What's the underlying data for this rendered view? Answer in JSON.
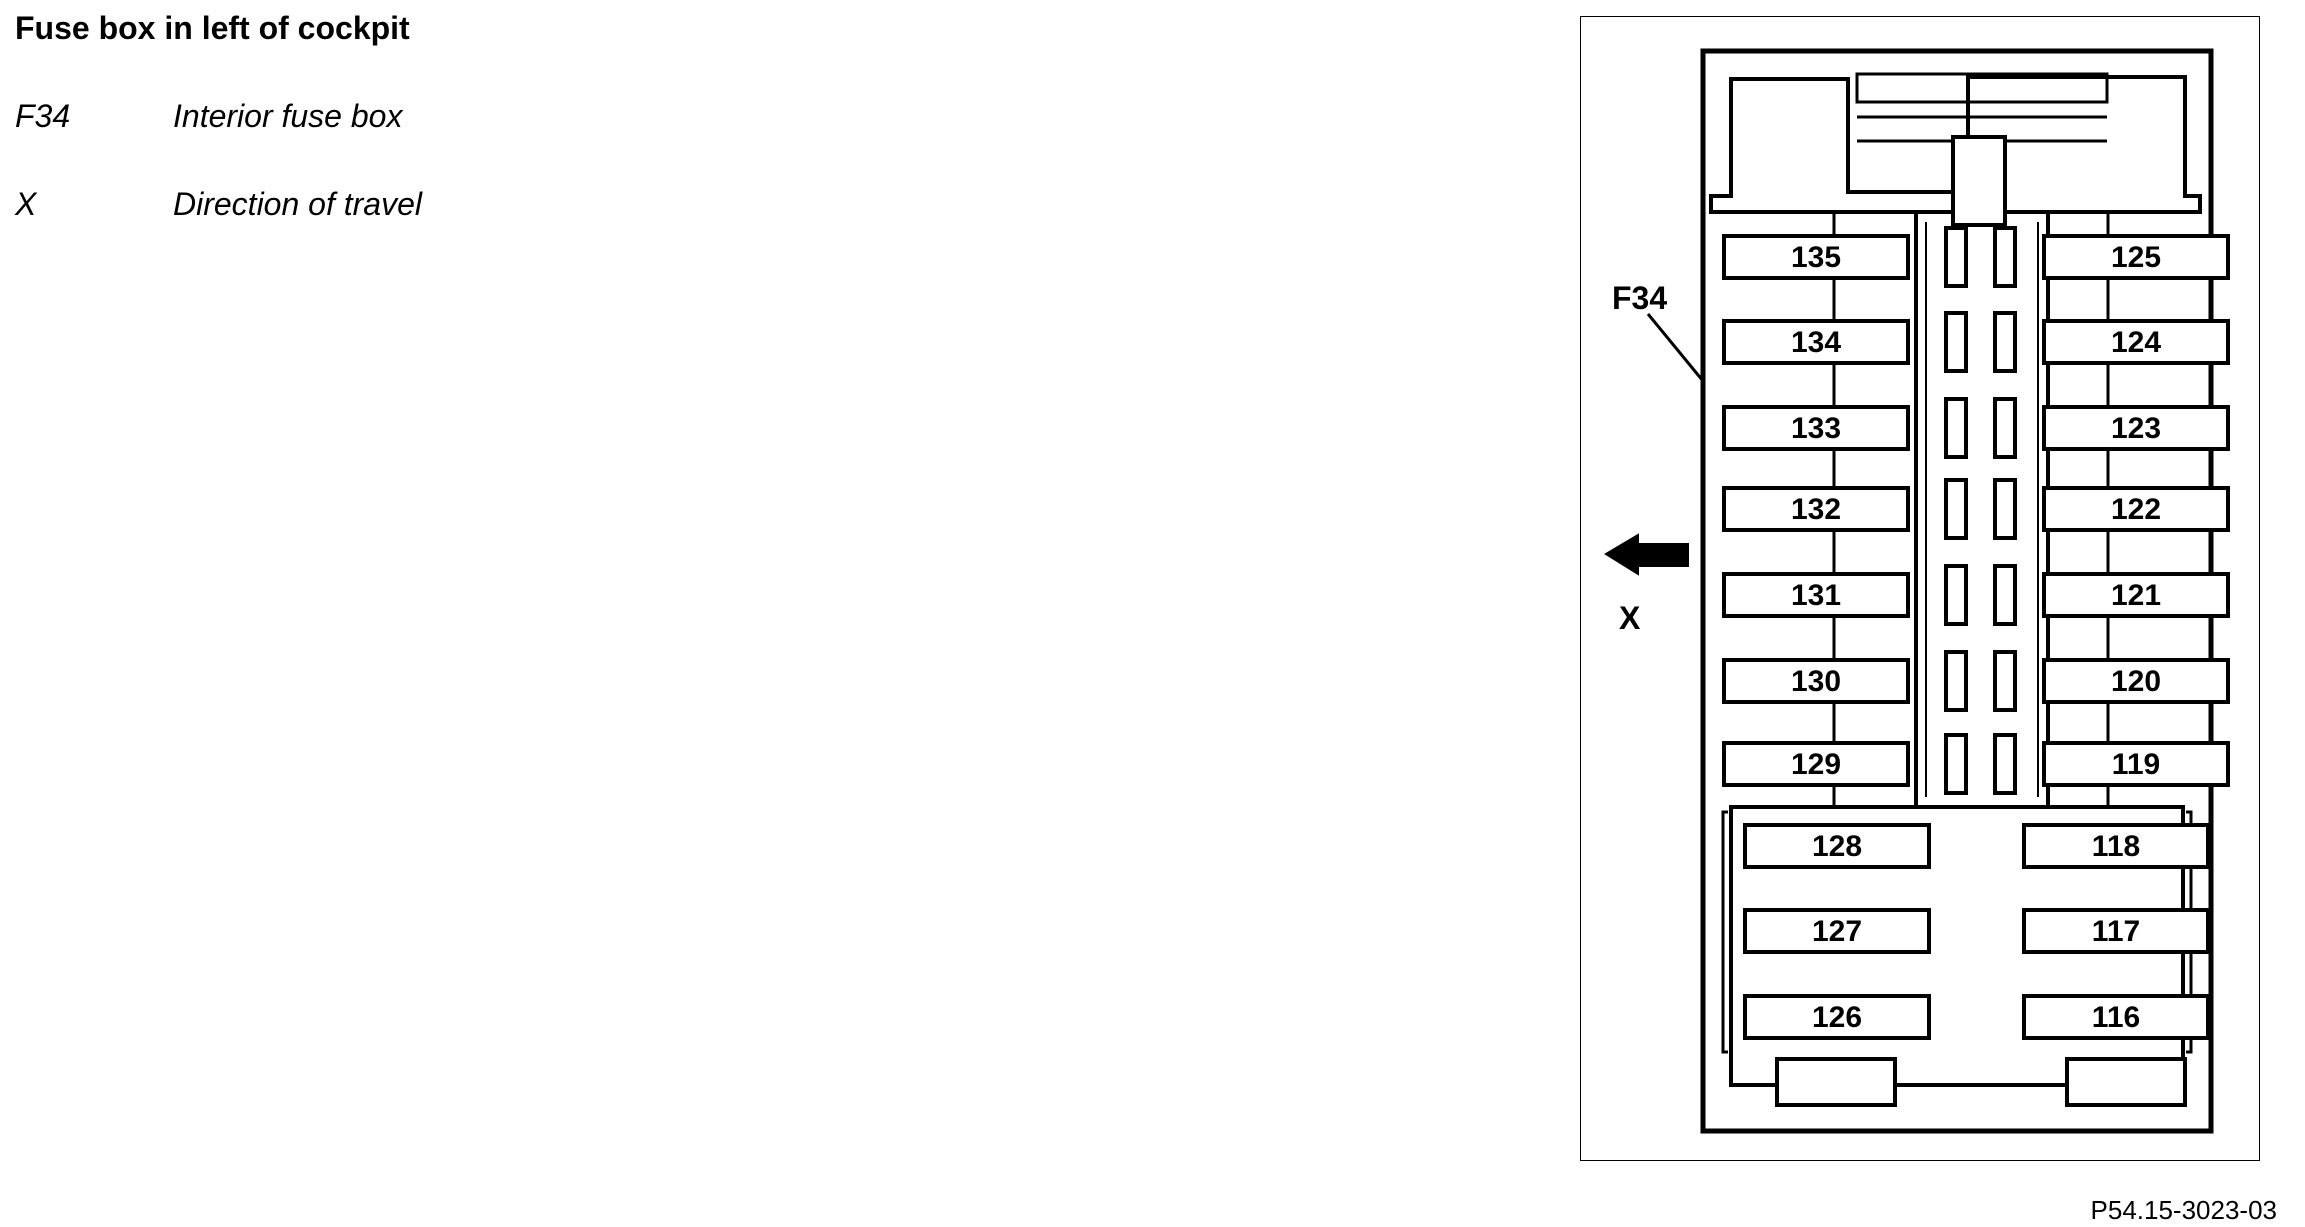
{
  "title": "Fuse box in left of cockpit",
  "legend": [
    {
      "code": "F34",
      "description": "Interior fuse box"
    },
    {
      "code": "X",
      "description": "Direction of travel"
    }
  ],
  "diagram": {
    "callouts": {
      "fuse_box": "F34",
      "direction": "X"
    },
    "fuses_left": [
      "135",
      "134",
      "133",
      "132",
      "131",
      "130",
      "129"
    ],
    "fuses_right": [
      "125",
      "124",
      "123",
      "122",
      "121",
      "120",
      "119"
    ],
    "fuses_lower_left": [
      "128",
      "127",
      "126"
    ],
    "fuses_lower_right": [
      "118",
      "117",
      "116"
    ]
  },
  "figure_id": "P54.15-3023-03"
}
